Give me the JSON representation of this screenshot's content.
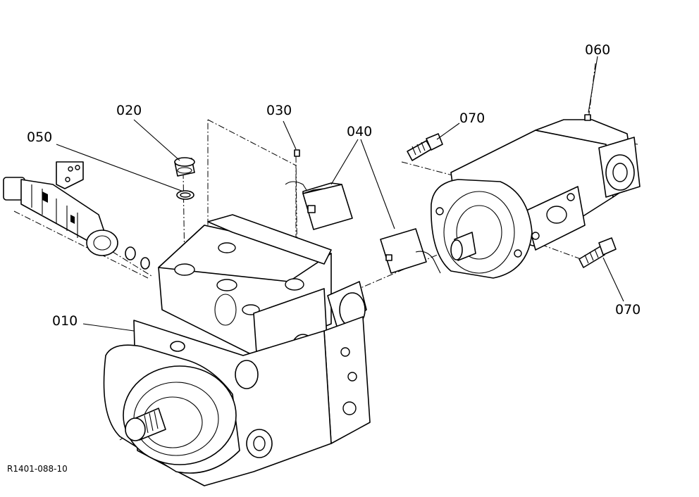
{
  "part_labels": {
    "p010": "010",
    "p020": "020",
    "p030": "030",
    "p040": "040",
    "p050": "050",
    "p060": "060",
    "p070_top": "070",
    "p070_bottom": "070"
  },
  "drawing_code": "R1401-088-10"
}
